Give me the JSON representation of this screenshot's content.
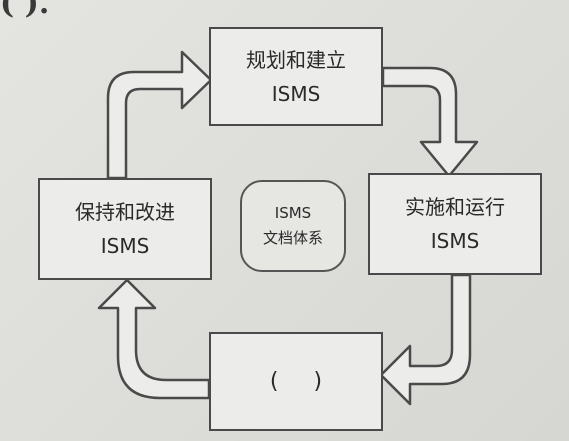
{
  "header_fragment": "(  ).",
  "boxes": {
    "plan": {
      "line1": "规划和建立",
      "line2": "ISMS"
    },
    "do": {
      "line1": "实施和运行",
      "line2": "ISMS"
    },
    "keep": {
      "line1": "保持和改进",
      "line2": "ISMS"
    },
    "check": {
      "text": "(     )"
    }
  },
  "center": {
    "line1": "ISMS",
    "line2": "文档体系"
  },
  "colors": {
    "border": "#4a4a4a",
    "box_fill": "#ececea",
    "arrow_fill": "#ececea"
  }
}
